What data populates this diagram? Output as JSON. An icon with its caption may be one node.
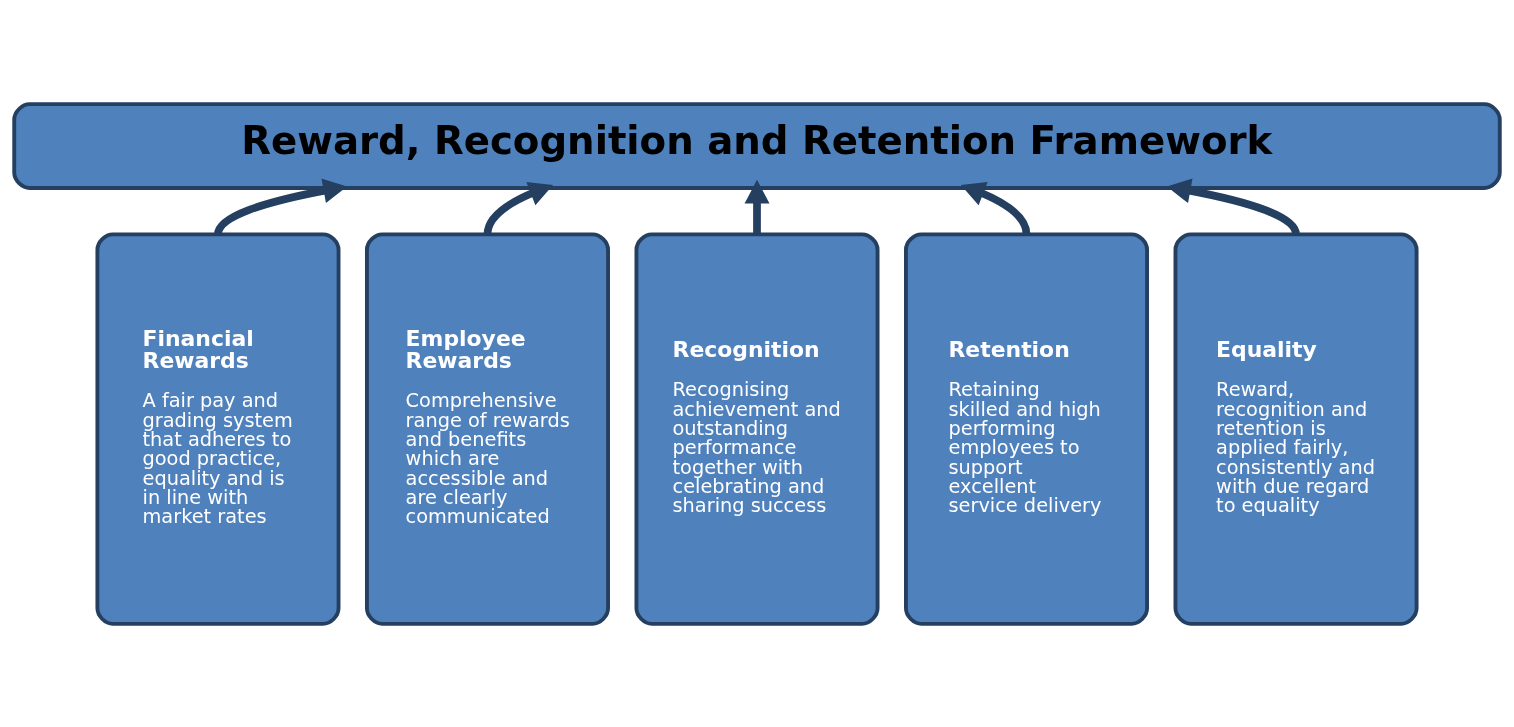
{
  "diagram": {
    "nodes": [
      {
        "text": [
          "Reward, Recognition and Retention Framework"
        ]
      },
      {
        "text": [
          "Financial Rewards",
          "A fair pay and grading system that adheres to good practice, equality and is in line with market rates"
        ]
      },
      {
        "text": [
          "Employee Rewards",
          "Comprehensive range of rewards and benefits which are accessible and are clearly communicated"
        ]
      },
      {
        "text": [
          "Recognition",
          "Recognising achievement and outstanding performance together with celebrating and sharing success"
        ]
      },
      {
        "text": [
          "Retention",
          "Retaining skilled and high performing employees to support excellent service delivery"
        ]
      },
      {
        "text": [
          "Equality",
          "Reward, recognition and retention is applied fairly, consistently and with due regard to equality"
        ]
      }
    ],
    "edges": [
      {
        "from": 1,
        "to": 0,
        "arrow": "to"
      },
      {
        "from": 2,
        "to": 0,
        "arrow": "to"
      },
      {
        "from": 3,
        "to": 0,
        "arrow": "to"
      },
      {
        "from": 4,
        "to": 0,
        "arrow": "to"
      },
      {
        "from": 5,
        "to": 0,
        "arrow": "to"
      }
    ]
  }
}
